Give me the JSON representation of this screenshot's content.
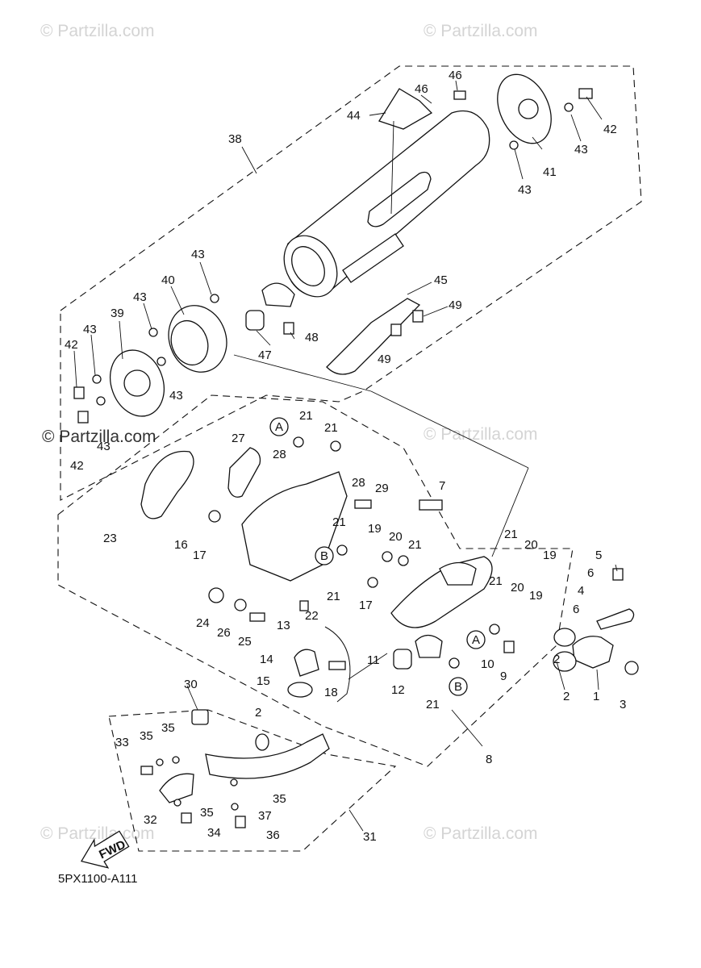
{
  "watermarks": [
    "© Partzilla.com"
  ],
  "diagram_code": "5PX1100-A111",
  "fwd_label": "FWD",
  "ref_markers": [
    "A",
    "B"
  ],
  "part_numbers": [
    "1",
    "2",
    "3",
    "4",
    "5",
    "6",
    "7",
    "8",
    "9",
    "10",
    "11",
    "12",
    "13",
    "14",
    "15",
    "16",
    "17",
    "18",
    "19",
    "20",
    "21",
    "22",
    "23",
    "24",
    "25",
    "26",
    "27",
    "28",
    "29",
    "30",
    "31",
    "32",
    "33",
    "34",
    "35",
    "36",
    "37",
    "38",
    "39",
    "40",
    "41",
    "42",
    "43",
    "44",
    "45",
    "46",
    "47",
    "48",
    "49"
  ]
}
